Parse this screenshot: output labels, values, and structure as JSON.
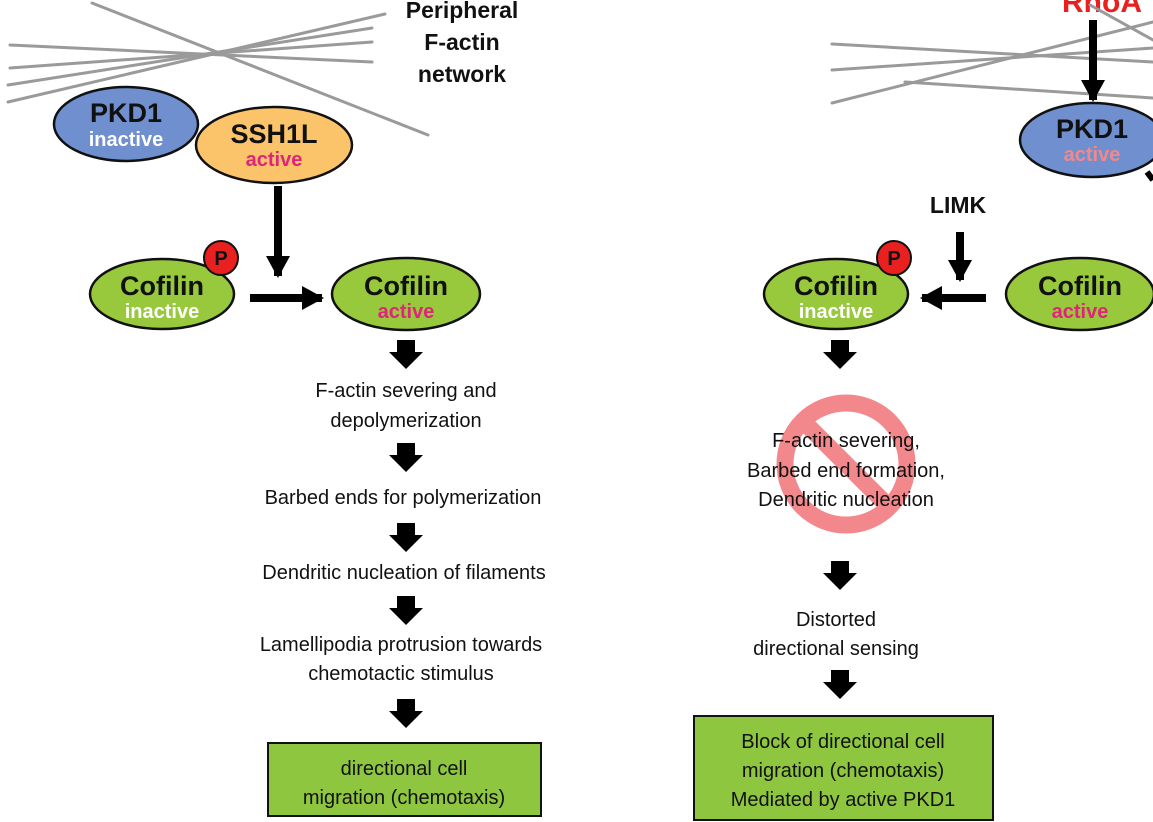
{
  "colors": {
    "pkd1_fill": "#6f8fcf",
    "ssh1l_fill": "#fbc36a",
    "cofilin_fill": "#98c83c",
    "outcome_box_fill": "#8fc63f",
    "phospho_fill": "#e8201f",
    "active_text": "#e0247a",
    "active_text_light": "#f08a8a",
    "inactive_text": "#ffffff",
    "rhoa_text": "#e8201f",
    "no_sign": "#e8272e",
    "actin_line": "#9a9a9a",
    "arrow": "#000000"
  },
  "left_panel": {
    "network_label": [
      "Peripheral",
      "F-actin",
      "network"
    ],
    "pkd1": {
      "name": "PKD1",
      "state": "inactive"
    },
    "ssh1l": {
      "name": "SSH1L",
      "state": "active"
    },
    "cofilin_phospho": {
      "name": "Cofilin",
      "state": "inactive",
      "phospho": "P"
    },
    "cofilin_free": {
      "name": "Cofilin",
      "state": "active"
    },
    "steps": [
      [
        "F-actin severing and",
        "depolymerization"
      ],
      [
        "Barbed ends for polymerization"
      ],
      [
        "Dendritic nucleation of filaments"
      ],
      [
        "Lamellipodia protrusion towards",
        "chemotactic stimulus"
      ]
    ],
    "outcome": [
      "directional cell",
      "migration (chemotaxis)"
    ]
  },
  "right_panel": {
    "rhoa": "RhoA",
    "pkd1": {
      "name": "PKD1",
      "state": "active"
    },
    "limk": "LIMK",
    "cofilin_phospho": {
      "name": "Cofilin",
      "state": "inactive",
      "phospho": "P"
    },
    "cofilin_free": {
      "name": "Cofilin",
      "state": "active"
    },
    "blocked_steps": [
      "F-actin severing,",
      "Barbed end formation,",
      "Dendritic nucleation"
    ],
    "consequence": [
      "Distorted",
      "directional sensing"
    ],
    "outcome": [
      "Block of directional cell",
      "migration (chemotaxis)",
      "Mediated by active PKD1"
    ]
  }
}
